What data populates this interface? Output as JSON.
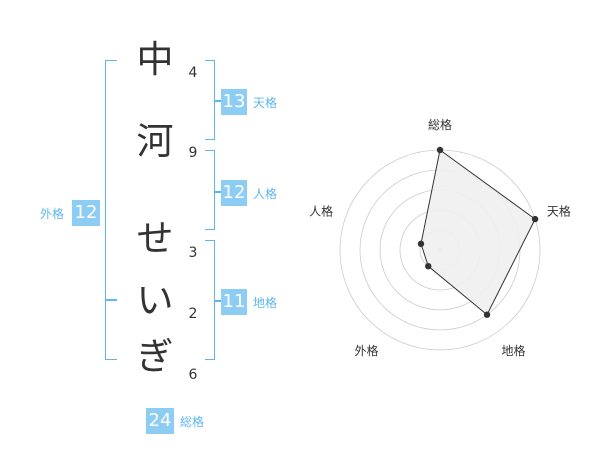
{
  "name": {
    "chars": [
      "中",
      "河",
      "せ",
      "い",
      "ぎ"
    ],
    "strokes": [
      "4",
      "9",
      "3",
      "2",
      "6"
    ]
  },
  "fortune": {
    "tenkaku": {
      "value": "13",
      "label": "天格"
    },
    "jinkaku": {
      "value": "12",
      "label": "人格"
    },
    "chikaku": {
      "value": "11",
      "label": "地格"
    },
    "gaikaku": {
      "value": "12",
      "label": "外格"
    },
    "soukaku": {
      "value": "24",
      "label": "総格"
    }
  },
  "chart_data": {
    "type": "radar",
    "axes": [
      "総格",
      "天格",
      "地格",
      "外格",
      "人格"
    ],
    "values": [
      5,
      5,
      4,
      1,
      1
    ],
    "max": 5,
    "rings": 5,
    "colors": {
      "fill": "#f0f0f0",
      "line": "#333333",
      "point": "#333333",
      "grid": "#cccccc",
      "center": "#cccccc"
    }
  },
  "colors": {
    "accent_badge": "#8dcdf4",
    "accent_line": "#5fb6ee",
    "text": "#333333"
  }
}
